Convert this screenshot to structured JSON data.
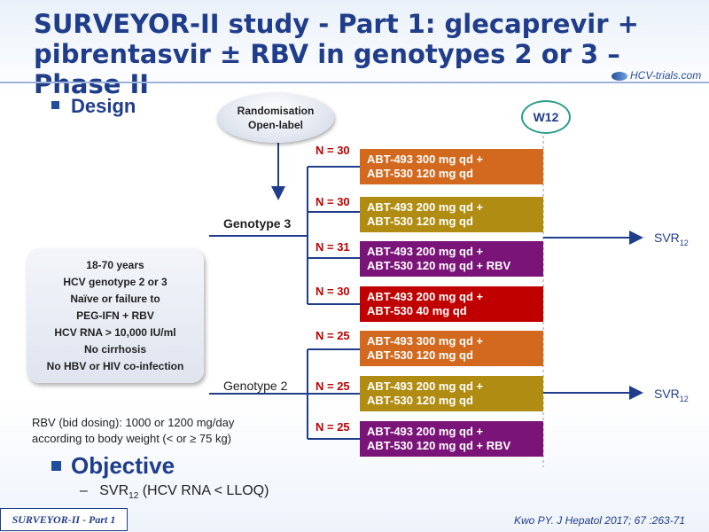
{
  "title": {
    "line1": "SURVEYOR-II study - Part 1: glecaprevir +",
    "line2": "pibrentasvir ± RBV in genotypes 2 or 3 – Phase II"
  },
  "logo": "HCV-trials.com",
  "design_label": "Design",
  "randomisation": {
    "line1": "Randomisation",
    "line2": "Open-label"
  },
  "week_marker": "W12",
  "criteria": [
    "18-70 years",
    "HCV genotype 2 or 3",
    "Naïve or failure to",
    "PEG-IFN + RBV",
    "HCV RNA > 10,000 IU/ml",
    "No cirrhosis",
    "No HBV or HIV co-infection"
  ],
  "genotype3": {
    "label": "Genotype 3",
    "arms": [
      {
        "n": "N = 30",
        "line1": "ABT-493 300 mg qd +",
        "line2": "ABT-530 120 mg qd",
        "color": "#d2691e"
      },
      {
        "n": "N = 30",
        "line1": "ABT-493 200 mg qd +",
        "line2": "ABT-530 120 mg qd",
        "color": "#b08d12"
      },
      {
        "n": "N = 31",
        "line1": "ABT-493 200 mg qd +",
        "line2": "ABT-530 120 mg qd + RBV",
        "color": "#7a1478"
      },
      {
        "n": "N = 30",
        "line1": "ABT-493 200 mg qd +",
        "line2": "ABT-530 40 mg qd",
        "color": "#c00000"
      }
    ],
    "outcome": "SVR",
    "outcome_sub": "12"
  },
  "genotype2": {
    "label": "Genotype 2",
    "arms": [
      {
        "n": "N = 25",
        "line1": "ABT-493 300 mg qd +",
        "line2": "ABT-530 120 mg qd",
        "color": "#d2691e"
      },
      {
        "n": "N = 25",
        "line1": "ABT-493 200 mg qd +",
        "line2": "ABT-530 120 mg qd",
        "color": "#b08d12"
      },
      {
        "n": "N = 25",
        "line1": "ABT-493 200 mg qd +",
        "line2": "ABT-530 120 mg qd + RBV",
        "color": "#7a1478"
      }
    ],
    "outcome": "SVR",
    "outcome_sub": "12"
  },
  "rbv_note": {
    "line1": "RBV (bid dosing): 1000 or 1200 mg/day",
    "line2": "according to body weight (< or ≥ 75 kg)"
  },
  "objective_label": "Objective",
  "objective_item": {
    "dash": "–",
    "main": "SVR",
    "sub": "12",
    "rest": " (HCV RNA < LLOQ)"
  },
  "footer_tag": "SURVEYOR-II - Part 1",
  "reference": "Kwo PY. J Hepatol 2017; 67 :263-71",
  "colors": {
    "title": "#1f3d8a",
    "line": "#1f3d8a",
    "n_count": "#c00000"
  }
}
